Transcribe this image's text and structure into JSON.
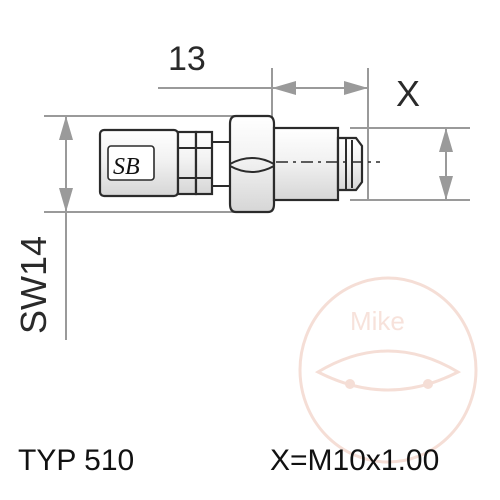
{
  "drawing": {
    "dimension_top": "13",
    "dimension_right": "X",
    "dimension_left": "SW14",
    "logo": "SB"
  },
  "caption": {
    "type_label": "TYP 510",
    "thread_label": "X=M10x1.00"
  },
  "watermark": {
    "logo": "Mike"
  },
  "colors": {
    "line": "#2b2b2b",
    "dimension": "#9a9a9a",
    "watermark": "#f6dcd3"
  }
}
